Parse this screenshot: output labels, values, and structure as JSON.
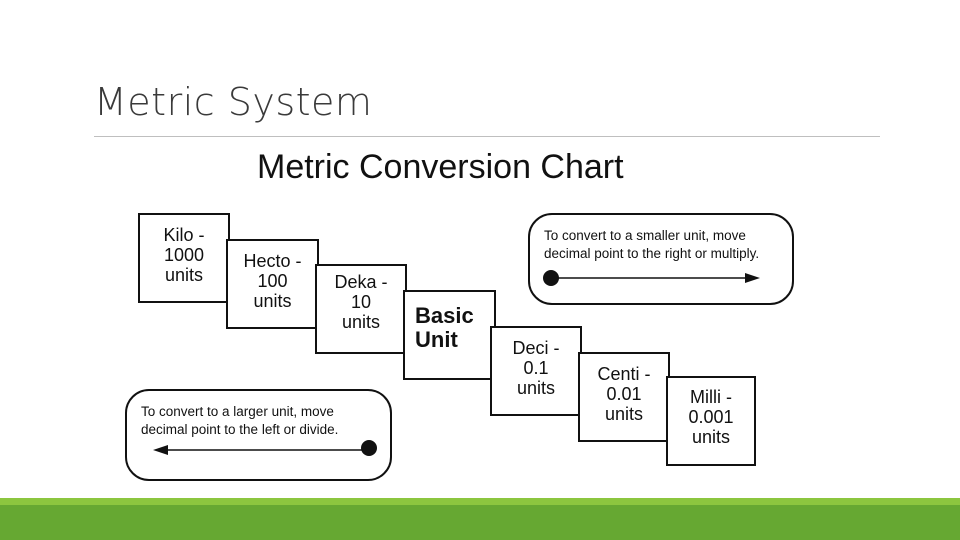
{
  "slide": {
    "title": "Metric System"
  },
  "chart": {
    "title": "Metric Conversion Chart",
    "steps": [
      {
        "name": "kilo",
        "label": "Kilo -\n1000\nunits"
      },
      {
        "name": "hecto",
        "label": "Hecto -\n100\nunits"
      },
      {
        "name": "deka",
        "label": "Deka -\n10\nunits"
      },
      {
        "name": "basic",
        "label": "Basic\nUnit"
      },
      {
        "name": "deci",
        "label": "Deci -\n0.1\nunits"
      },
      {
        "name": "centi",
        "label": "Centi -\n0.01\nunits"
      },
      {
        "name": "milli",
        "label": "Milli -\n0.001\nunits"
      }
    ],
    "notes": {
      "smaller": "To convert to a smaller unit, move\ndecimal  point to the right or multiply.",
      "larger": "To convert to a larger unit, move\ndecimal  point to the left or divide."
    }
  }
}
